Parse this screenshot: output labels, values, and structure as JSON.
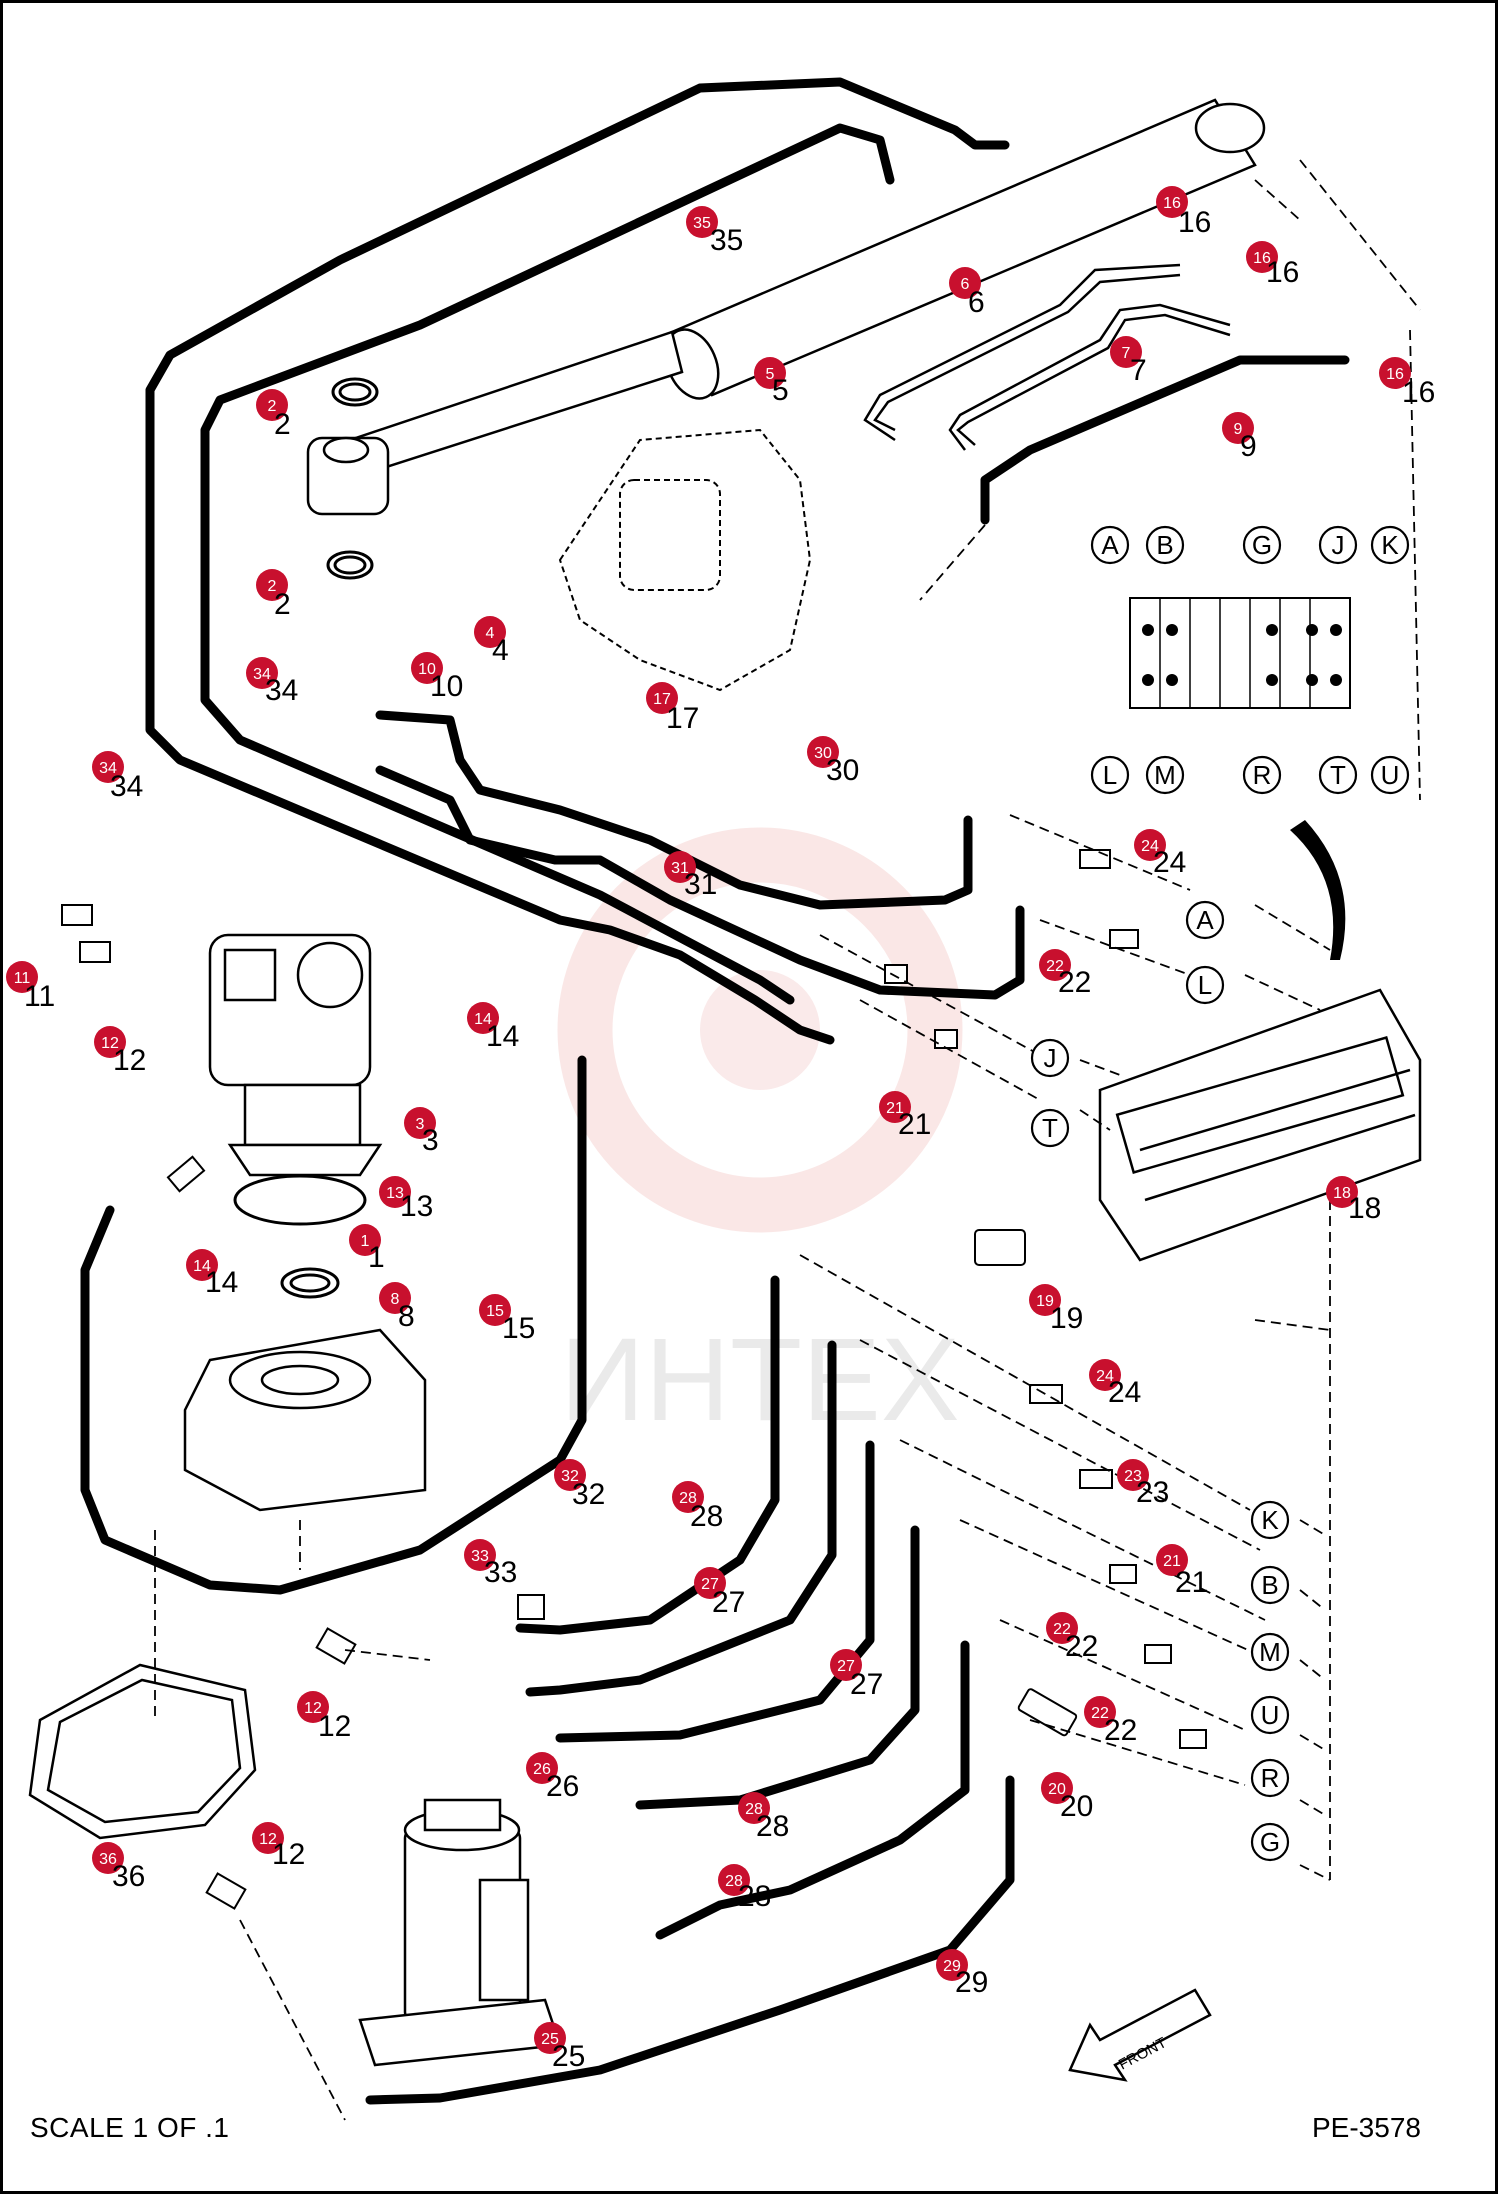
{
  "drawing": {
    "scale_label": "SCALE 1 OF .1",
    "drawing_number": "PE-3578",
    "front_label": "FRONT",
    "watermark": "ИНТЕХ"
  },
  "colors": {
    "callout": "#c8102e",
    "line": "#000000",
    "watermark": "#d9534f"
  },
  "callouts": [
    {
      "id": "35",
      "label": "35"
    },
    {
      "id": "16a",
      "label": "16"
    },
    {
      "id": "16b",
      "label": "16"
    },
    {
      "id": "16c",
      "label": "16"
    },
    {
      "id": "6",
      "label": "6"
    },
    {
      "id": "5",
      "label": "5"
    },
    {
      "id": "7",
      "label": "7"
    },
    {
      "id": "2a",
      "label": "2"
    },
    {
      "id": "9",
      "label": "9"
    },
    {
      "id": "2b",
      "label": "2"
    },
    {
      "id": "4",
      "label": "4"
    },
    {
      "id": "10",
      "label": "10"
    },
    {
      "id": "34a",
      "label": "34"
    },
    {
      "id": "17",
      "label": "17"
    },
    {
      "id": "30",
      "label": "30"
    },
    {
      "id": "34b",
      "label": "34"
    },
    {
      "id": "24a",
      "label": "24"
    },
    {
      "id": "31",
      "label": "31"
    },
    {
      "id": "11",
      "label": "11"
    },
    {
      "id": "22a",
      "label": "22"
    },
    {
      "id": "14a",
      "label": "14"
    },
    {
      "id": "12a",
      "label": "12"
    },
    {
      "id": "21a",
      "label": "21"
    },
    {
      "id": "3",
      "label": "3"
    },
    {
      "id": "13",
      "label": "13"
    },
    {
      "id": "18",
      "label": "18"
    },
    {
      "id": "1",
      "label": "1"
    },
    {
      "id": "19",
      "label": "19"
    },
    {
      "id": "14b",
      "label": "14"
    },
    {
      "id": "8",
      "label": "8"
    },
    {
      "id": "15",
      "label": "15"
    },
    {
      "id": "24b",
      "label": "24"
    },
    {
      "id": "32",
      "label": "32"
    },
    {
      "id": "23",
      "label": "23"
    },
    {
      "id": "28a",
      "label": "28"
    },
    {
      "id": "33",
      "label": "33"
    },
    {
      "id": "21b",
      "label": "21"
    },
    {
      "id": "27a",
      "label": "27"
    },
    {
      "id": "22b",
      "label": "22"
    },
    {
      "id": "12b",
      "label": "12"
    },
    {
      "id": "27b",
      "label": "27"
    },
    {
      "id": "22c",
      "label": "22"
    },
    {
      "id": "26",
      "label": "26"
    },
    {
      "id": "20",
      "label": "20"
    },
    {
      "id": "28b",
      "label": "28"
    },
    {
      "id": "36",
      "label": "36"
    },
    {
      "id": "12c",
      "label": "12"
    },
    {
      "id": "28c",
      "label": "28"
    },
    {
      "id": "29",
      "label": "29"
    },
    {
      "id": "25",
      "label": "25"
    }
  ],
  "ports": [
    {
      "id": "A",
      "label": "A"
    },
    {
      "id": "B",
      "label": "B"
    },
    {
      "id": "G",
      "label": "G"
    },
    {
      "id": "J",
      "label": "J"
    },
    {
      "id": "K",
      "label": "K"
    },
    {
      "id": "L",
      "label": "L"
    },
    {
      "id": "M",
      "label": "M"
    },
    {
      "id": "R",
      "label": "R"
    },
    {
      "id": "T",
      "label": "T"
    },
    {
      "id": "U",
      "label": "U"
    },
    {
      "id": "A2",
      "label": "A"
    },
    {
      "id": "L2",
      "label": "L"
    },
    {
      "id": "J2",
      "label": "J"
    },
    {
      "id": "T2",
      "label": "T"
    },
    {
      "id": "K2",
      "label": "K"
    },
    {
      "id": "B2",
      "label": "B"
    },
    {
      "id": "M2",
      "label": "M"
    },
    {
      "id": "U2",
      "label": "U"
    },
    {
      "id": "R2",
      "label": "R"
    },
    {
      "id": "G2",
      "label": "G"
    }
  ]
}
